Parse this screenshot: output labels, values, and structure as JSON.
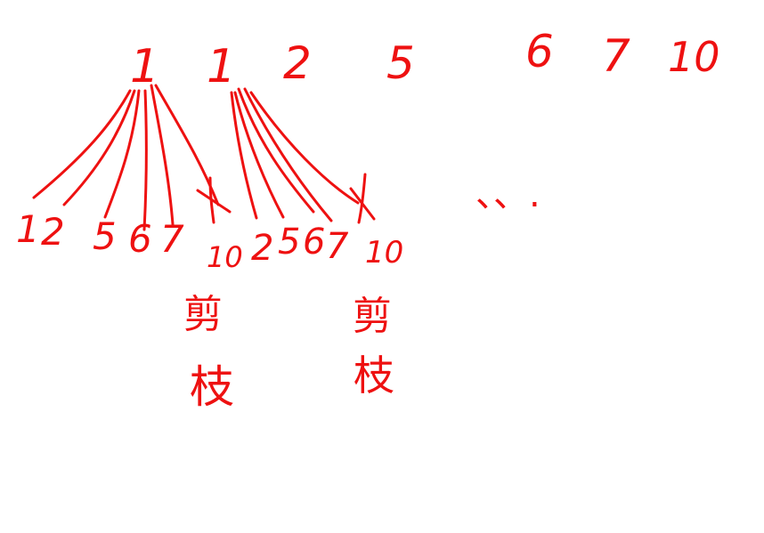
{
  "ink_color": "#ee1111",
  "top_row": [
    "1",
    "1",
    "2",
    "5",
    "6",
    "7",
    "10"
  ],
  "tree_left": {
    "root": "1",
    "children": [
      "1",
      "2",
      "5",
      "6",
      "7",
      "10"
    ],
    "pruned_child": "10",
    "note": "剪枝"
  },
  "tree_right": {
    "root": "1",
    "children": [
      "2",
      "5",
      "6",
      "7",
      "10"
    ],
    "pruned_child": "10",
    "note": "剪枝"
  },
  "ellipsis": "、、."
}
